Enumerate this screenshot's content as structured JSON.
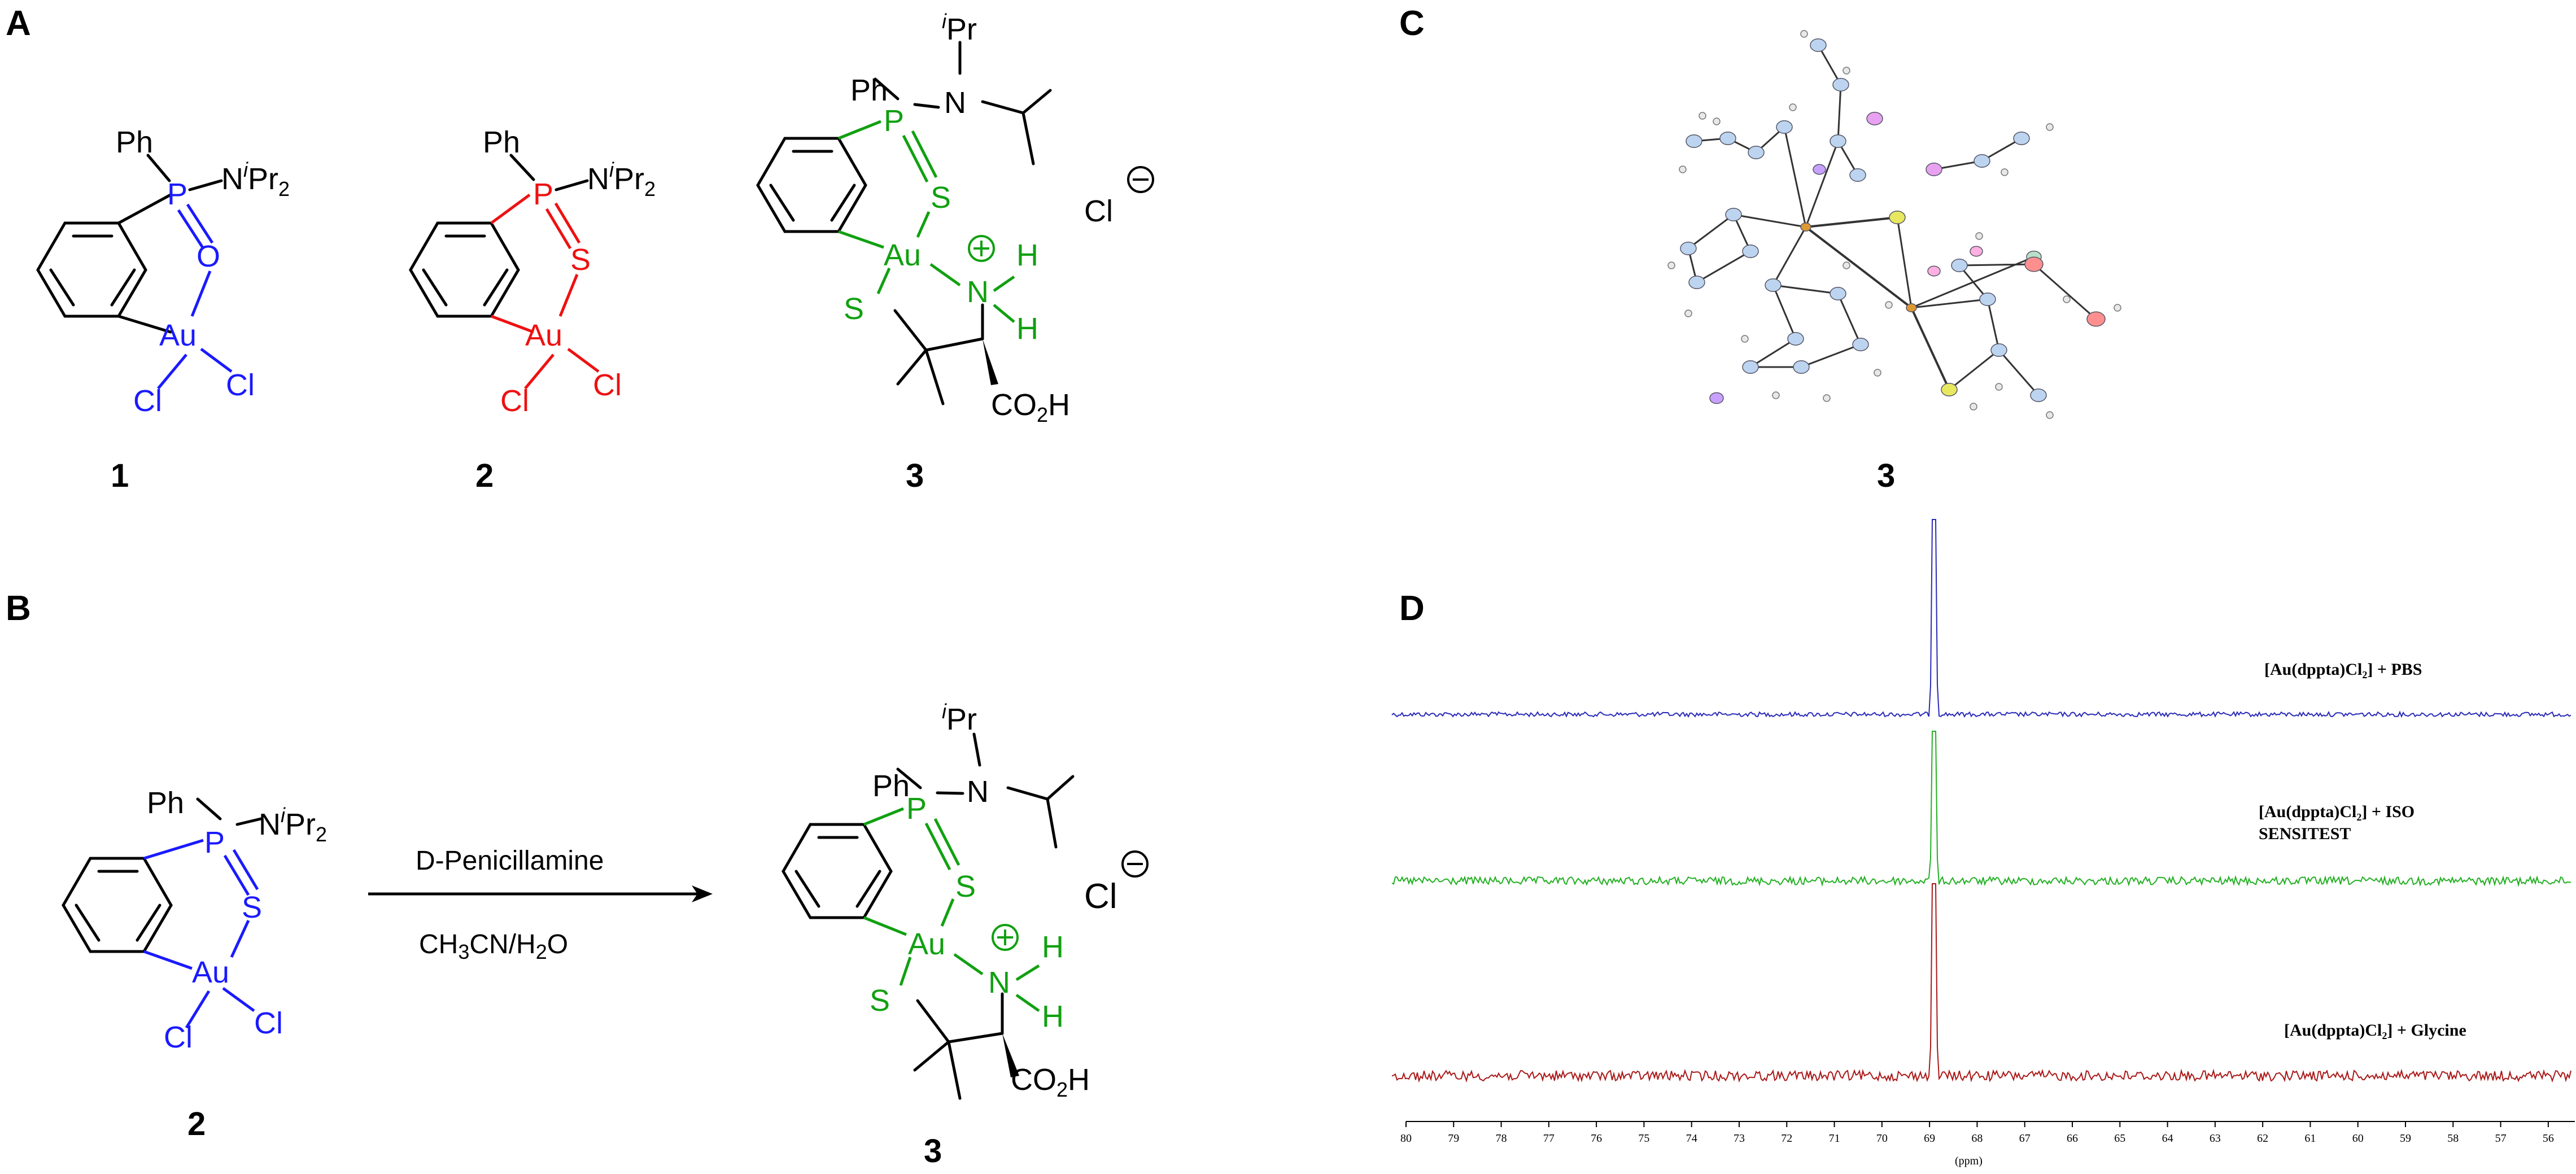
{
  "panels": {
    "a": "A",
    "b": "B",
    "c": "C",
    "d": "D"
  },
  "colors": {
    "blue": "#1a1aff",
    "red": "#ee1111",
    "green": "#11a011",
    "black": "#000000",
    "nmr_blue": "#2a2ab8",
    "nmr_green": "#22b022",
    "nmr_red": "#aa1818"
  },
  "atoms": {
    "ph": "Ph",
    "n": "N",
    "p": "P",
    "o": "O",
    "s": "S",
    "au": "Au",
    "cl": "Cl",
    "h": "H",
    "ipr_sup": "i",
    "pr": "Pr",
    "pr2_sub": "2",
    "co": "CO",
    "h_tail": "H",
    "two": "2",
    "plus": "+",
    "minus": "−"
  },
  "compounds": {
    "c1": "1",
    "c2": "2",
    "c3": "3"
  },
  "reaction": {
    "reagent": "D-Penicillamine",
    "solvent_a": "CH",
    "solvent_3": "3",
    "solvent_b": "CN/H",
    "solvent_2": "2",
    "solvent_c": "O"
  },
  "xray": {
    "label": "3"
  },
  "nmr": {
    "traces": [
      {
        "label": "[Au(dppta)Cl₂] + PBS"
      },
      {
        "label": "[Au(dppta)Cl₂] + ISO",
        "label2": "SENSITEST"
      },
      {
        "label": "[Au(dppta)Cl₂] + Glycine"
      }
    ],
    "x_ticks": [
      "80",
      "79",
      "78",
      "77",
      "76",
      "75",
      "74",
      "73",
      "72",
      "71",
      "70",
      "69",
      "68",
      "67",
      "66",
      "65",
      "64",
      "63",
      "62",
      "61",
      "60",
      "59",
      "58",
      "57",
      "56"
    ],
    "xlabel": "(ppm)",
    "peak_ppm": 68.9,
    "x_range": [
      80,
      55.5
    ]
  }
}
